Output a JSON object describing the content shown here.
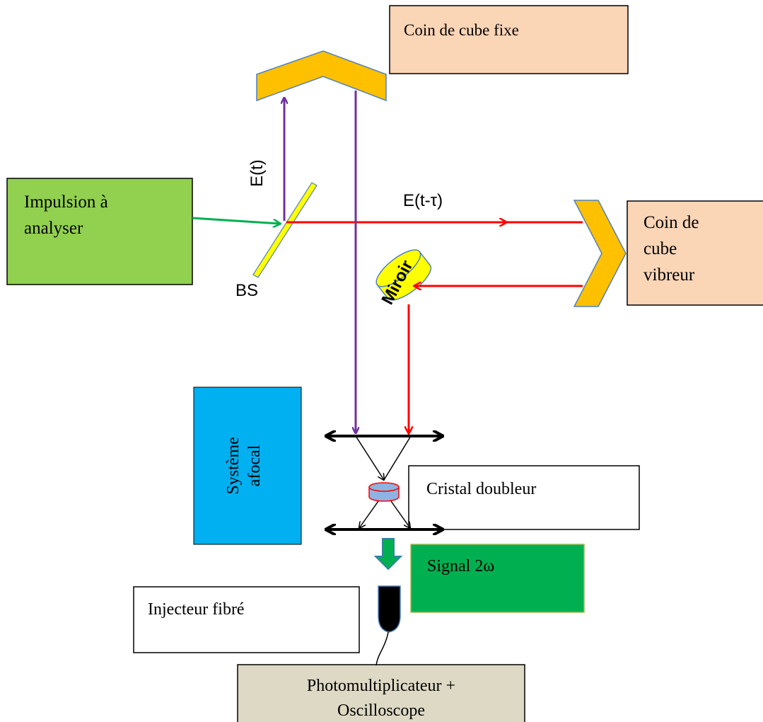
{
  "labels": {
    "coin_fixe": "Coin de cube fixe",
    "impulsion_line1": "Impulsion à",
    "impulsion_line2": "analyser",
    "coin_vibreur_line1": "Coin de",
    "coin_vibreur_line2": "cube",
    "coin_vibreur_line3": "vibreur",
    "bs": "BS",
    "e_t": "E(t)",
    "e_t_tau": "E(t-τ)",
    "miroir": "Miroir",
    "systeme_line1": "Système",
    "systeme_line2": "afocal",
    "cristal": "Cristal doubleur",
    "signal": "Signal 2ω",
    "injecteur": "Injecteur fibré",
    "photo_line1": "Photomultiplicateur +",
    "photo_line2": "Oscilloscope"
  },
  "colors": {
    "peach": "#fad5b6",
    "green_light": "#92d050",
    "blue": "#00b0f0",
    "green_dark": "#00b050",
    "khaki": "#ddd9c4",
    "orange": "#ffc000",
    "purple": "#7030a0",
    "red": "#ff0000",
    "beam_green": "#00b050",
    "bs_yellow": "#ffff00",
    "arrow_teal": "#31859c",
    "cristal_fill": "#8db3e2"
  }
}
